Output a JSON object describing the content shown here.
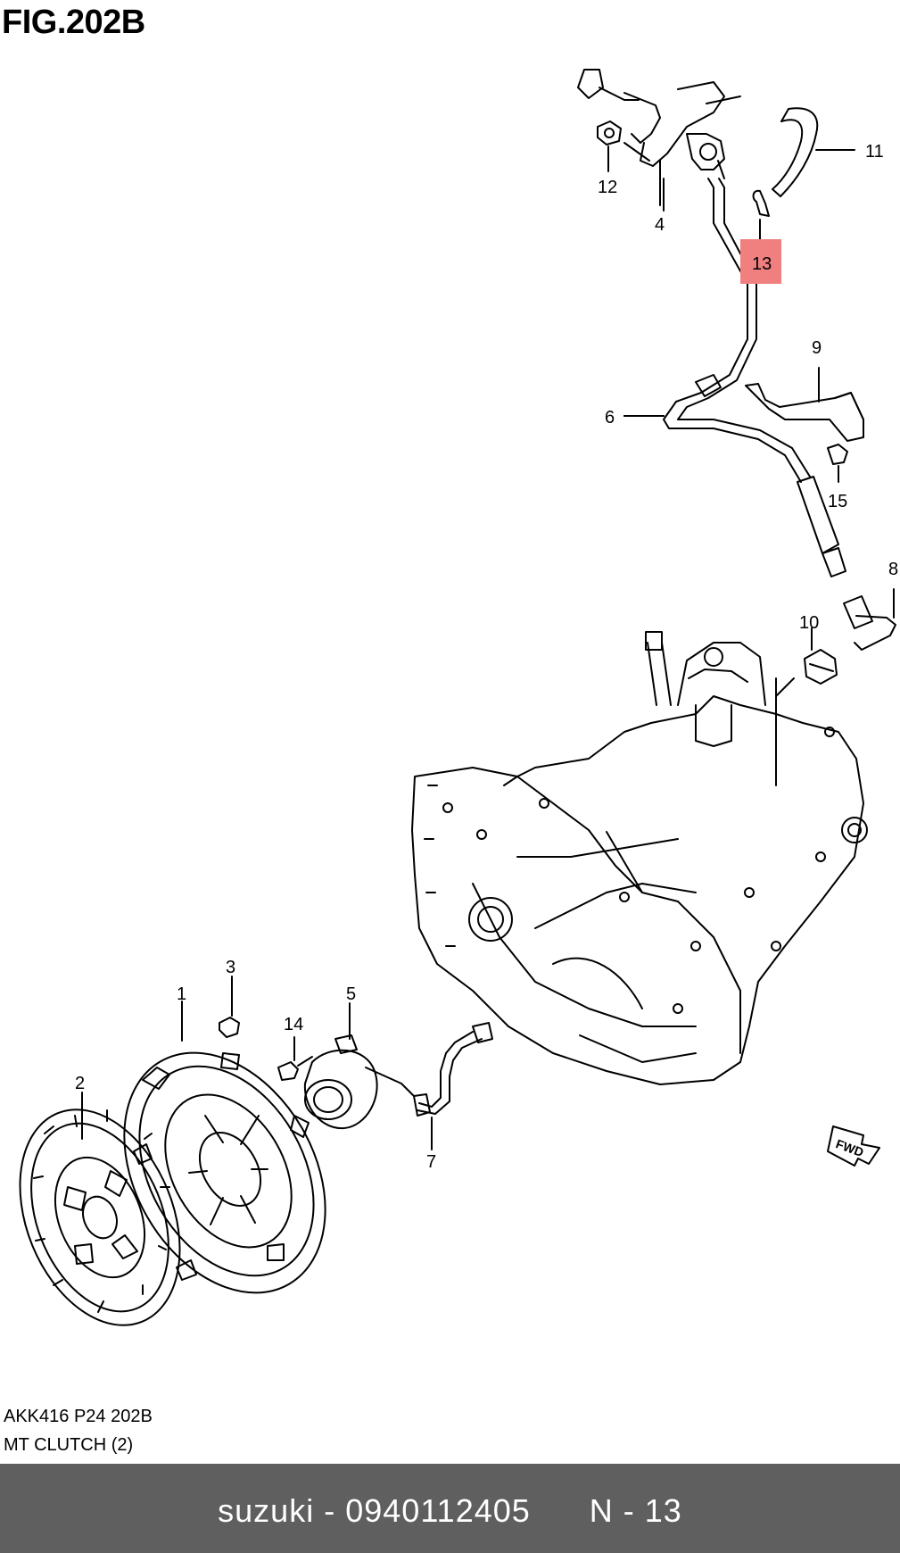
{
  "figure": {
    "title": "FIG.202B",
    "code": "AKK416 P24 202B",
    "name": "MT CLUTCH (2)"
  },
  "callouts": {
    "c1": "1",
    "c2": "2",
    "c3": "3",
    "c4": "4",
    "c5": "5",
    "c6": "6",
    "c7": "7",
    "c8": "8",
    "c9": "9",
    "c10": "10",
    "c11": "11",
    "c12": "12",
    "c13": "13",
    "c14": "14",
    "c15": "15"
  },
  "highlight": {
    "part": "13",
    "color": "#f08080"
  },
  "fwd_label": "FWD",
  "bottom_bar": {
    "brand": "suzuki",
    "separator": "-",
    "part_number": "0940112405",
    "position": "N - 13",
    "background": "#5f5f5f"
  }
}
